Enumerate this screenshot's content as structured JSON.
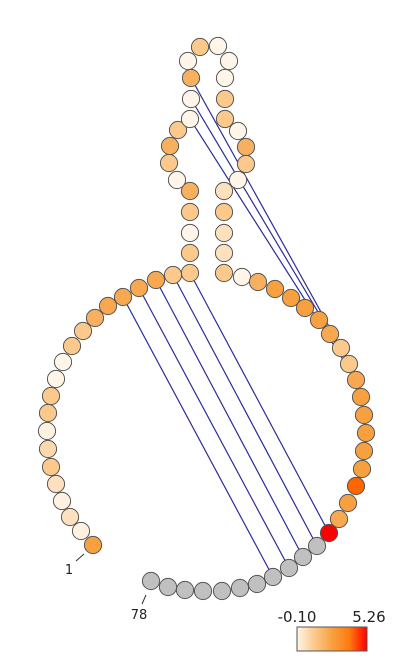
{
  "structure": {
    "length": 78,
    "start_label": "1",
    "end_label": "78",
    "base_pairs": [
      [
        17,
        71
      ],
      [
        18,
        70
      ],
      [
        19,
        69
      ],
      [
        20,
        68
      ],
      [
        21,
        67
      ],
      [
        30,
        58
      ],
      [
        31,
        57
      ],
      [
        32,
        56
      ]
    ],
    "no_data_color": "#c0c0c0",
    "pair_line_color": "#2b2b9a"
  },
  "colorbar": {
    "min_label": "-0.10",
    "max_label": "5.26",
    "colors": [
      "#fff5e8",
      "#fcc98c",
      "#f7a040",
      "#ff7a10",
      "#ff0000"
    ]
  },
  "reactivity_colors": [
    "#f7a040",
    "#fff2e0",
    "#fde0be",
    "#fff2e0",
    "#fde0be",
    "#fcc98c",
    "#fcd8ae",
    "#fff2e0",
    "#fcc98c",
    "#fcc98c",
    "#fff5e8",
    "#fff5e8",
    "#fcc98c",
    "#fcc98c",
    "#f7b060",
    "#f7a850",
    "#f7a850",
    "#f7a850",
    "#f7a850",
    "#fcc98c",
    "#fcc98c",
    "#fcc98c",
    "#fff5e8",
    "#fcc98c",
    "#f7b060",
    "#fff5e8",
    "#fcc98c",
    "#f7b060",
    "#fcc98c",
    "#fff5e8",
    "#fff5e8",
    "#f7b060",
    "#fff5e8",
    "#fcc98c",
    "#fff5e8",
    "#fff5e8",
    "#fff5e8",
    "#fcc98c",
    "#fcc98c",
    "#fff5e8",
    "#f7b060",
    "#fcc98c",
    "#fff5e8",
    "#fde0be",
    "#fcc98c",
    "#fde0be",
    "#fde0be",
    "#fcc98c",
    "#fff5e8",
    "#f7b060",
    "#f7a040",
    "#f7a040",
    "#f7a040",
    "#f7a040",
    "#f7a850",
    "#fcc98c",
    "#fcc98c",
    "#f7a850",
    "#f7a040",
    "#f7a040",
    "#f7a040",
    "#f7a040",
    "#f7a040",
    "#ff6600",
    "#f7a040",
    "#f7a850",
    "#ff0000",
    null,
    null,
    null,
    null,
    null,
    null,
    null,
    null,
    null,
    null,
    null
  ]
}
